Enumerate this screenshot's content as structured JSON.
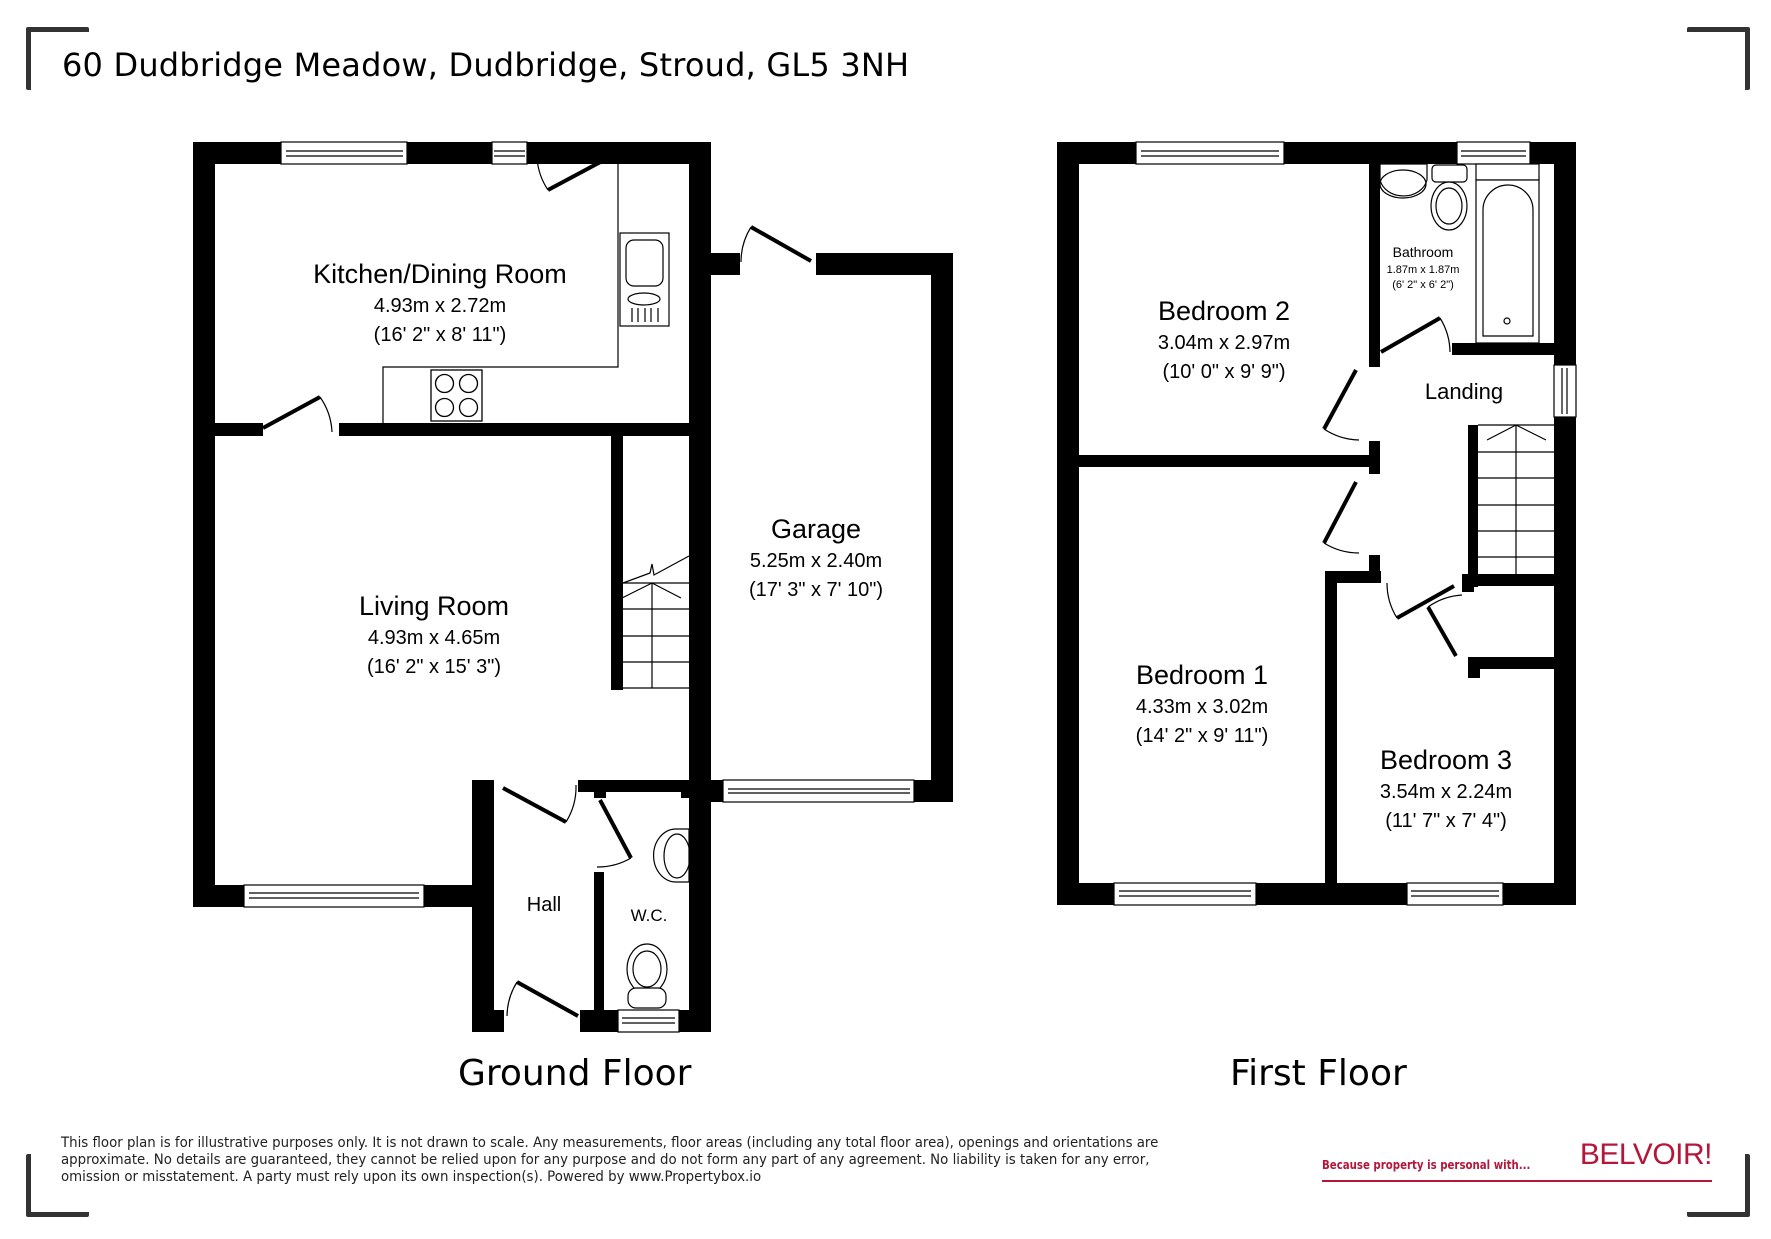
{
  "header": {
    "title": "60 Dudbridge Meadow, Dudbridge, Stroud, GL5 3NH"
  },
  "floors": [
    {
      "label": "Ground Floor",
      "rooms": [
        {
          "name": "Kitchen/Dining Room",
          "metric": "4.93m x 2.72m",
          "imperial": "(16' 2\" x 8' 11\")"
        },
        {
          "name": "Living Room",
          "metric": "4.93m x 4.65m",
          "imperial": "(16' 2\" x 15' 3\")"
        },
        {
          "name": "Garage",
          "metric": "5.25m x 2.40m",
          "imperial": "(17' 3\" x 7' 10\")"
        },
        {
          "name": "Hall"
        },
        {
          "name": "W.C."
        }
      ]
    },
    {
      "label": "First Floor",
      "rooms": [
        {
          "name": "Bedroom 2",
          "metric": "3.04m x 2.97m",
          "imperial": "(10' 0\" x 9' 9\")"
        },
        {
          "name": "Bathroom",
          "metric": "1.87m x 1.87m",
          "imperial": "(6' 2\" x 6' 2\")"
        },
        {
          "name": "Landing"
        },
        {
          "name": "Bedroom 1",
          "metric": "4.33m x 3.02m",
          "imperial": "(14' 2\" x 9' 11\")"
        },
        {
          "name": "Bedroom 3",
          "metric": "3.54m x 2.24m",
          "imperial": "(11' 7\" x 7' 4\")"
        }
      ]
    }
  ],
  "footer": {
    "disclaimer_lines": [
      "This floor plan is for illustrative purposes only. It is not drawn to scale. Any measurements, floor areas (including any total floor area), openings and orientations are",
      "approximate. No details are guaranteed, they cannot be relied upon for any purpose and do not form any part of any agreement. No liability is taken for any error,",
      "omission or misstatement. A party must rely upon its own inspection(s). Powered by www.Propertybox.io"
    ],
    "brand_tagline": "Because property is personal with...",
    "brand_name": "BELVOIR!"
  },
  "colors": {
    "wall": "#000000",
    "brand": "#b5173a",
    "corner_marks": "#333333"
  }
}
